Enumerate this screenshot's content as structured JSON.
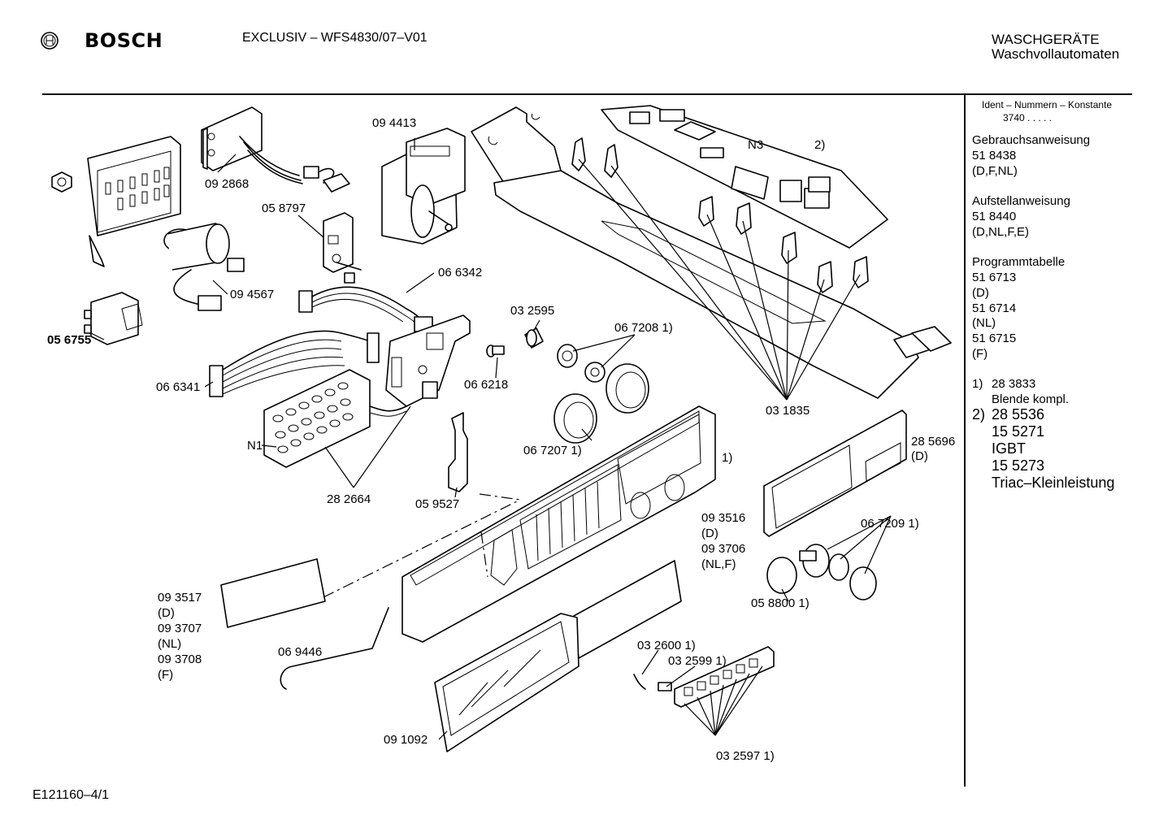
{
  "header": {
    "brand": "BOSCH",
    "model": "EXCLUSIV – WFS4830/07–V01",
    "category": "WASCHGERÄTE",
    "subcategory": "Waschvollautomaten"
  },
  "footer": {
    "drawing_id": "E121160–4/1"
  },
  "parts": [
    {
      "id": "p1",
      "label": "09 4413"
    },
    {
      "id": "p2",
      "label": "09 2868"
    },
    {
      "id": "p3",
      "label": "05 8797"
    },
    {
      "id": "p4",
      "label": "09 4567"
    },
    {
      "id": "p5",
      "label": "06 6342"
    },
    {
      "id": "p6",
      "label": "05 6755"
    },
    {
      "id": "p7",
      "label": "06 6341"
    },
    {
      "id": "p8",
      "label": "N1"
    },
    {
      "id": "p9",
      "label": "28 2664"
    },
    {
      "id": "p10",
      "label": "03 2595"
    },
    {
      "id": "p11",
      "label": "06 6218"
    },
    {
      "id": "p12",
      "label": "06 7208 1)"
    },
    {
      "id": "p13",
      "label": "06 7207 1)"
    },
    {
      "id": "p14",
      "label": "05 9527"
    },
    {
      "id": "p15",
      "label": "N3"
    },
    {
      "id": "p16",
      "label": "2)"
    },
    {
      "id": "p17",
      "label": "03 1835"
    },
    {
      "id": "p18",
      "label": "1)"
    },
    {
      "id": "p19",
      "label": "28 5696"
    },
    {
      "id": "p20",
      "label": "(D)"
    },
    {
      "id": "p21",
      "label": "09 3516"
    },
    {
      "id": "p22",
      "label": "(D)"
    },
    {
      "id": "p23",
      "label": "09 3706"
    },
    {
      "id": "p24",
      "label": "(NL,F)"
    },
    {
      "id": "p25",
      "label": "06 7209 1)"
    },
    {
      "id": "p26",
      "label": "05 8800 1)"
    },
    {
      "id": "p27",
      "label": "09 3517"
    },
    {
      "id": "p28",
      "label": "(D)"
    },
    {
      "id": "p29",
      "label": "09 3707"
    },
    {
      "id": "p30",
      "label": "(NL)"
    },
    {
      "id": "p31",
      "label": "09 3708"
    },
    {
      "id": "p32",
      "label": "(F)"
    },
    {
      "id": "p33",
      "label": "06 9446"
    },
    {
      "id": "p34",
      "label": "03 2600 1)"
    },
    {
      "id": "p35",
      "label": "03 2599 1)"
    },
    {
      "id": "p36",
      "label": "09 1092"
    },
    {
      "id": "p37",
      "label": "03 2597 1)"
    }
  ],
  "sidebar": {
    "ident_title": "Ident – Nummern – Konstante",
    "ident_value": "3740 . . . . .",
    "gebrauch_title": "Gebrauchsanweisung",
    "gebrauch_num": "51 8438",
    "gebrauch_lang": "(D,F,NL)",
    "aufstell_title": "Aufstellanweisung",
    "aufstell_num": "51 8440",
    "aufstell_lang": "(D,NL,F,E)",
    "programm_title": "Programmtabelle",
    "programm_num1": "51 6713",
    "programm_lang1": "(D)",
    "programm_num2": "51 6714",
    "programm_lang2": "(NL)",
    "programm_num3": "51 6715",
    "programm_lang3": "(F)",
    "note1_marker": "1)",
    "note1_num": "28 3833",
    "note1_desc": "Blende kompl.",
    "note2_marker": "2)",
    "note2_num1": "28 5536",
    "note2_num2": "15 5271",
    "note2_desc1": "IGBT",
    "note2_num3": "15 5273",
    "note2_desc2": "Triac–Kleinleistung"
  }
}
